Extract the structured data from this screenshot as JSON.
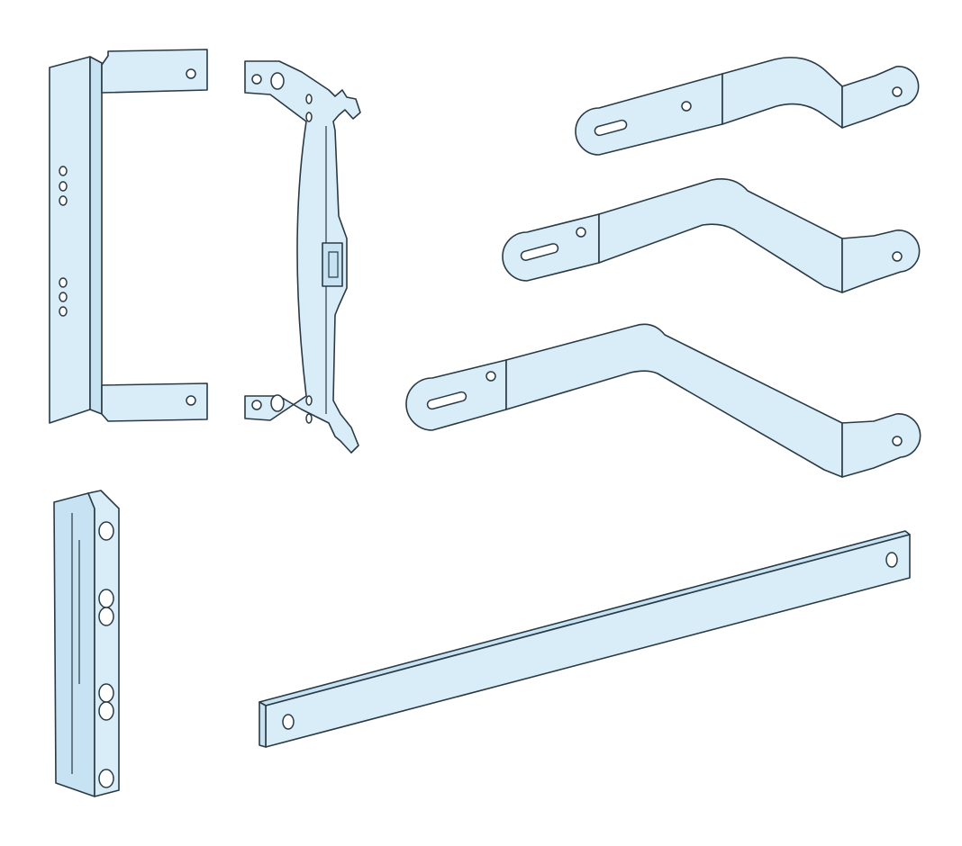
{
  "colors": {
    "metal_fill": "#d9edf9",
    "metal_shade": "#c7e2f3",
    "outline": "#2a3a44",
    "background": "#ffffff"
  },
  "parts": [
    "angle-bracket",
    "clip-bracket",
    "busbar-connector-short",
    "busbar-connector-medium",
    "busbar-connector-long",
    "terminal-block",
    "flat-busbar"
  ]
}
